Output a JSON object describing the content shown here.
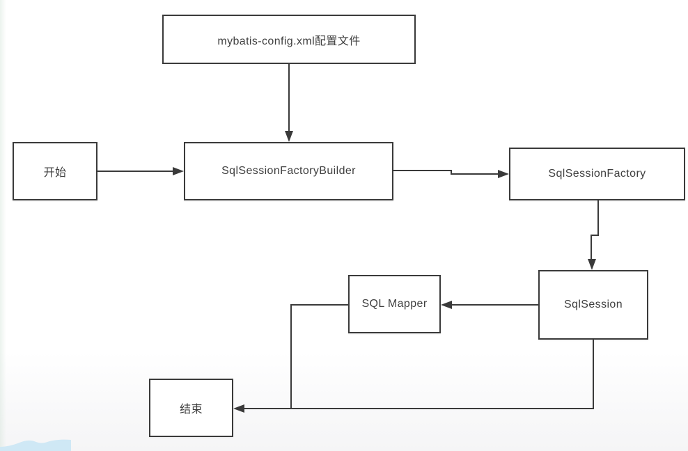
{
  "nodes": {
    "config": {
      "label": "mybatis-config.xml配置文件"
    },
    "start": {
      "label": "开始"
    },
    "builder": {
      "label": "SqlSessionFactoryBuilder"
    },
    "factory": {
      "label": "SqlSessionFactory"
    },
    "session": {
      "label": "SqlSession"
    },
    "mapper": {
      "label": "SQL Mapper"
    },
    "end": {
      "label": "结束"
    }
  },
  "edges": [
    {
      "from": "mybatis-config.xml配置文件",
      "to": "SqlSessionFactoryBuilder",
      "arrow": "down"
    },
    {
      "from": "开始",
      "to": "SqlSessionFactoryBuilder",
      "arrow": "right"
    },
    {
      "from": "SqlSessionFactoryBuilder",
      "to": "SqlSessionFactory",
      "arrow": "right"
    },
    {
      "from": "SqlSessionFactory",
      "to": "SqlSession",
      "arrow": "down"
    },
    {
      "from": "SqlSession",
      "to": "SQL Mapper",
      "arrow": "left"
    },
    {
      "from": "SqlSession",
      "to": "结束",
      "arrow": "left"
    },
    {
      "from": "SQL Mapper",
      "to": "结束",
      "arrow": "joins-left"
    }
  ],
  "colors": {
    "line": "#3a3a3a",
    "text": "#3f3f3f",
    "node_background": "#ffffff",
    "wave": "#cfe8f5",
    "background_bottom": "#f5f5f6"
  }
}
